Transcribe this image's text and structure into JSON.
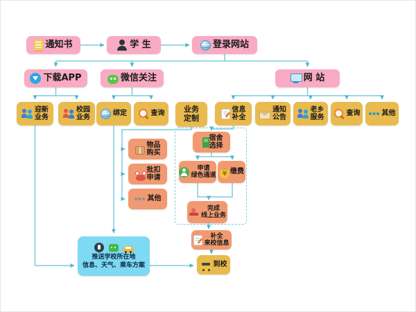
{
  "colors": {
    "pink_box": "#F8ABC2",
    "yellow_box": "#E9BA4E",
    "orange_box": "#F19A72",
    "blue_box": "#7ED9F2",
    "arrow": "#7CCBDD"
  },
  "nodes": {
    "notice": "通知书",
    "student": "学 生",
    "login": "登录网站",
    "download_app": "下载APP",
    "wechat_follow": "微信关注",
    "website": "网 站",
    "welcome_service": "迎新\n业务",
    "campus_service": "校园\n业务",
    "bind": "绑定",
    "wechat_query": "查询",
    "biz_custom": "业务\n定制",
    "info_complete": "信息\n补全",
    "notice_announcement": "通知\n公告",
    "fellow_service": "老乡\n服务",
    "web_query": "查询",
    "web_other": "其他",
    "goods_purchase": "物品\n购买",
    "batch_deduction": "批扣\n申请",
    "custom_other": "其他",
    "dorm_select": "宿舍\n选择",
    "green_channel": "申请\n绿色通道",
    "pay_fee": "缴费",
    "finish_online": "完成\n线上业务",
    "complete_info": "补全\n来校信息",
    "arrive_school": "到校",
    "push_info": "推送学校所在地\n信息、天气、乘车方案"
  },
  "icons": {
    "notice": "document-icon",
    "student": "graduate-person-icon",
    "login": "globe-icon",
    "download_app": "download-circle-icon",
    "wechat_follow": "wechat-bubble-icon",
    "website": "monitor-icon",
    "welcome_service": "people-icon",
    "campus_service": "people-icon",
    "bind": "globe-icon",
    "wechat_query": "magnifier-icon",
    "info_complete": "form-pencil-icon",
    "notice_announcement": "envelope-icon",
    "fellow_service": "people-icon",
    "web_query": "magnifier-icon",
    "web_other": "dots-icon",
    "goods_purchase": "parcel-icon",
    "batch_deduction": "red-seal-icon",
    "custom_other": "dots-icon",
    "dorm_select": "door-icon",
    "green_channel": "green-person-icon",
    "pay_fee": "money-bag-icon",
    "finish_online": "stamp-icon",
    "complete_info": "form-pencil-icon",
    "arrive_school": "bus-icon",
    "push_info": "broadcast-icon, chat-icon, car-icon"
  }
}
